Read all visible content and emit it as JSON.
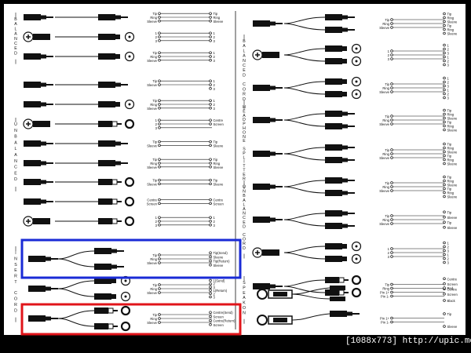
{
  "colors": {
    "background": "#000000",
    "paper": "#ffffff",
    "ink": "#111111",
    "accent_blue": "#1a2bd6",
    "accent_red": "#e0141a"
  },
  "sections": {
    "balanced": "BALANCED",
    "unbalanced": "UNBALANCED",
    "insert_cord": "INSERT CORD",
    "balanced_cord": "BALANCED CORD",
    "headphone_splitter": "HEADPHONE SPLITTER",
    "unbalanced_cord": "UNBALANCED CORD",
    "speakon": "SPEAKON"
  },
  "left_rows": [
    {
      "labels": [
        "Tip",
        "Ring",
        "Sleeve"
      ],
      "right": [
        "Tip",
        "Ring",
        "Sleeve"
      ],
      "a": "jack",
      "b": "jack"
    },
    {
      "labels": [
        "1",
        "2",
        "3"
      ],
      "right": [
        "1",
        "2",
        "3"
      ],
      "a": "xlrf",
      "b": "xlrm"
    },
    {
      "labels": [
        "Tip",
        "Ring",
        "Sleeve"
      ],
      "right": [
        "1",
        "2",
        "3"
      ],
      "a": "jack",
      "b": "xlrm"
    },
    {
      "labels": [
        "Tip",
        "Sleeve"
      ],
      "right": [
        "1",
        "2",
        "3"
      ],
      "a": "jack",
      "b": "jack"
    },
    {
      "labels": [
        "Tip",
        "Ring",
        "Sleeve"
      ],
      "right": [
        "1",
        "2",
        "3"
      ],
      "a": "jack",
      "b": "xlrm"
    },
    {
      "labels": [
        "1",
        "2",
        "3"
      ],
      "right": [
        "Centre",
        "Screen"
      ],
      "a": "xlrf",
      "b": "rca"
    },
    {
      "labels": [
        "Tip",
        "Sleeve"
      ],
      "right": [
        "Tip",
        "Sleeve"
      ],
      "a": "jack",
      "b": "jack"
    },
    {
      "labels": [
        "Tip",
        "Ring",
        "Sleeve"
      ],
      "right": [
        "Tip",
        "Ring",
        "Sleeve"
      ],
      "a": "jack",
      "b": "jack"
    },
    {
      "labels": [
        "Tip",
        "Sleeve"
      ],
      "right": [
        "Tip",
        "Sleeve"
      ],
      "a": "jack",
      "b": "rca"
    },
    {
      "labels": [
        "Centre",
        "Screen"
      ],
      "right": [
        "Centre",
        "Screen"
      ],
      "a": "jack",
      "b": "rca"
    },
    {
      "labels": [
        "1",
        "2",
        "3"
      ],
      "right": [
        "1",
        "2",
        "3"
      ],
      "a": "xlrf",
      "b": "rca"
    }
  ],
  "insert_rows": [
    {
      "labels": [
        "Tip",
        "Ring",
        "Sleeve"
      ],
      "right": [
        "Tip(Send)",
        "Sleeve",
        "Tip(Return)",
        "Sleeve"
      ],
      "b": "jack"
    },
    {
      "labels": [
        "Tip",
        "Ring",
        "Sleeve"
      ],
      "right": [
        "1(Send)",
        "2",
        "3",
        "1(Return)",
        "2",
        "3"
      ],
      "b": "xlrm"
    },
    {
      "labels": [
        "Tip",
        "Ring",
        "Sleeve"
      ],
      "right": [
        "Centre(Send)",
        "Screen",
        "Centre(Return)",
        "Screen"
      ],
      "b": "rca"
    }
  ],
  "right_rows": [
    {
      "labels": [
        "Tip",
        "Ring",
        "Sleeve"
      ],
      "right": [
        "Tip",
        "Ring",
        "Sleeve",
        "Tip",
        "Ring",
        "Sleeve"
      ],
      "a": "jack",
      "b": "jack"
    },
    {
      "labels": [
        "1",
        "2",
        "3"
      ],
      "right": [
        "1",
        "2",
        "3",
        "1",
        "2",
        "3"
      ],
      "a": "xlrf",
      "b": "xlrm"
    },
    {
      "labels": [
        "Tip",
        "Ring",
        "Sleeve"
      ],
      "right": [
        "1",
        "2",
        "3",
        "1",
        "2",
        "3"
      ],
      "a": "jack",
      "b": "xlrm"
    },
    {
      "labels": [
        "Tip",
        "Ring",
        "Sleeve"
      ],
      "right": [
        "Tip",
        "Ring",
        "Sleeve",
        "Tip",
        "Ring",
        "Sleeve"
      ],
      "a": "jack",
      "b": "jack"
    },
    {
      "labels": [
        "Tip",
        "Ring",
        "Sleeve"
      ],
      "right": [
        "Tip",
        "Ring",
        "Sleeve",
        "Tip",
        "Ring",
        "Sleeve"
      ],
      "a": "jack",
      "b": "jack"
    },
    {
      "labels": [
        "Tip",
        "Ring",
        "Sleeve"
      ],
      "right": [
        "Tip",
        "Ring",
        "Sleeve",
        "Tip",
        "Ring",
        "Sleeve"
      ],
      "a": "jack",
      "b": "jack"
    },
    {
      "labels": [
        "Tip",
        "Ring",
        "Sleeve"
      ],
      "right": [
        "Tip",
        "Sleeve",
        "Tip",
        "Sleeve"
      ],
      "a": "jack",
      "b": "jack"
    },
    {
      "labels": [
        "1",
        "2",
        "3"
      ],
      "right": [
        "1",
        "2",
        "3",
        "1",
        "2",
        "3"
      ],
      "a": "xlrf",
      "b": "xlrm"
    },
    {
      "labels": [
        "Tip",
        "Ring"
      ],
      "right": [
        "Centre",
        "Screen",
        "Centre",
        "Screen"
      ],
      "a": "jack",
      "b": "rca"
    }
  ],
  "speakon_rows": [
    {
      "labels": [
        "Pin 1+",
        "Pin 1-"
      ],
      "right": [
        "Red",
        "Black"
      ]
    },
    {
      "labels": [
        "Pin 1+",
        "Pin 1-"
      ],
      "right": [
        "Tip",
        "Sleeve"
      ]
    }
  ],
  "watermark": "[1088x773] http://upic.me/"
}
